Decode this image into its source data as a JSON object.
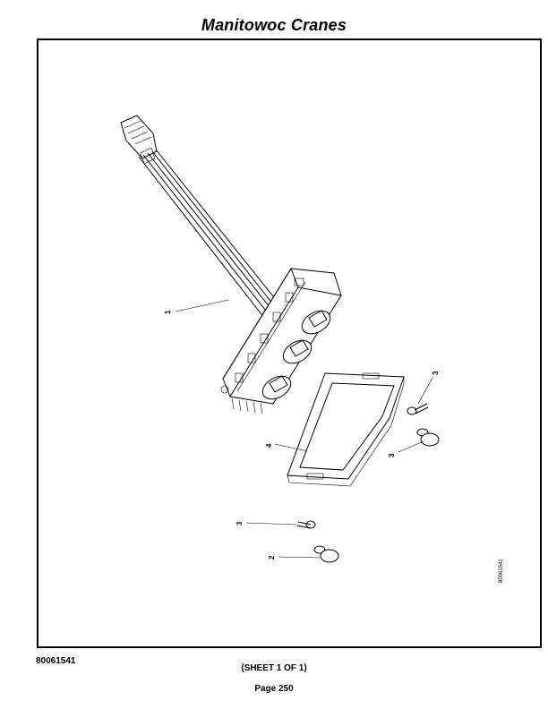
{
  "header": {
    "title": "Manitowoc Cranes"
  },
  "drawing": {
    "callouts": [
      {
        "id": "callout-1",
        "label": "1"
      },
      {
        "id": "callout-3-top",
        "label": "3"
      },
      {
        "id": "callout-4",
        "label": "4"
      },
      {
        "id": "callout-3-right",
        "label": "3"
      },
      {
        "id": "callout-3-lower",
        "label": "3"
      },
      {
        "id": "callout-2",
        "label": "2"
      }
    ],
    "drawing_number": "80061541"
  },
  "footer": {
    "doc_number": "80061541",
    "sheet": "(SHEET 1 OF 1)",
    "page": "Page 250"
  }
}
